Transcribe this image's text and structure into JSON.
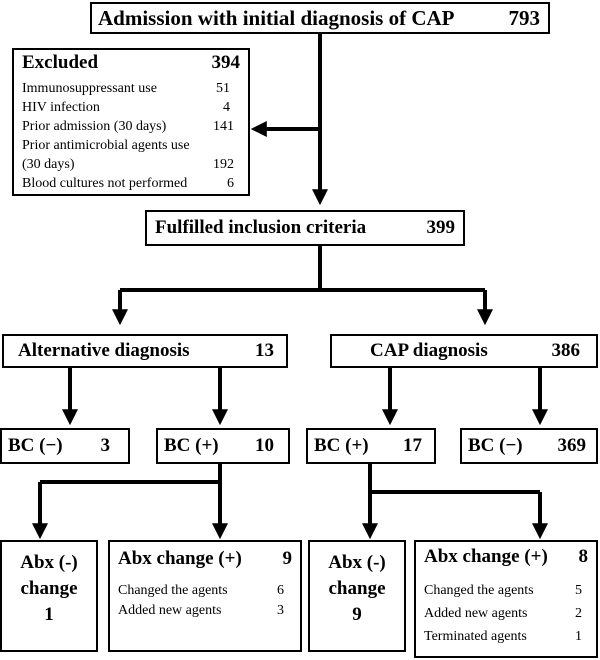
{
  "admission": {
    "label": "Admission with initial diagnosis of CAP",
    "count": "793"
  },
  "excluded": {
    "label": "Excluded",
    "count": "394",
    "items": [
      {
        "label": "Immunosuppressant use",
        "value": "51"
      },
      {
        "label": "HIV infection",
        "value": "4"
      },
      {
        "label": "Prior admission (30 days)",
        "value": "141"
      },
      {
        "label": "Prior antimicrobial agents use",
        "value": ""
      },
      {
        "label": "(30 days)",
        "value": "192"
      },
      {
        "label": "Blood cultures not performed",
        "value": "6"
      }
    ]
  },
  "inclusion": {
    "label": "Fulfilled inclusion criteria",
    "count": "399"
  },
  "alt": {
    "label": "Alternative diagnosis",
    "count": "13"
  },
  "cap": {
    "label": "CAP diagnosis",
    "count": "386"
  },
  "bc_alt_neg": {
    "label": "BC (−)",
    "count": "3"
  },
  "bc_alt_pos": {
    "label": "BC (+)",
    "count": "10"
  },
  "bc_cap_pos": {
    "label": "BC (+)",
    "count": "17"
  },
  "bc_cap_neg": {
    "label": "BC (−)",
    "count": "369"
  },
  "abx_neg_left": {
    "line1": "Abx (-)",
    "line2": "change",
    "count": "1"
  },
  "abx_pos_left": {
    "label": "Abx change (+)",
    "count": "9",
    "items": [
      {
        "label": "Changed the agents",
        "value": "6"
      },
      {
        "label": "Added new agents",
        "value": "3"
      }
    ]
  },
  "abx_neg_right": {
    "line1": "Abx (-)",
    "line2": "change",
    "count": "9"
  },
  "abx_pos_right": {
    "label": "Abx change (+)",
    "count": "8",
    "items": [
      {
        "label": "Changed the agents",
        "value": "5"
      },
      {
        "label": "Added new agents",
        "value": "2"
      },
      {
        "label": "Terminated agents",
        "value": "1"
      }
    ]
  }
}
